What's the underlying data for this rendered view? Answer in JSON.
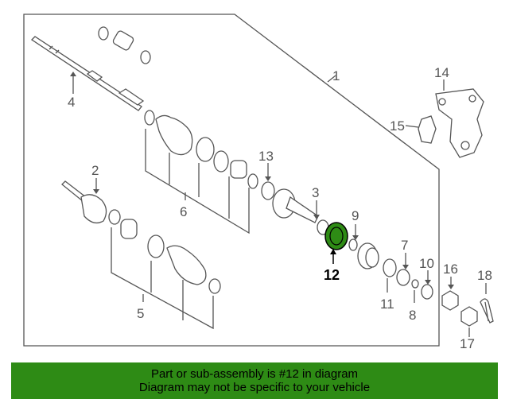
{
  "diagram": {
    "labels": {
      "p1": "1",
      "p2": "2",
      "p3": "3",
      "p4": "4",
      "p5": "5",
      "p6": "6",
      "p7": "7",
      "p8": "8",
      "p9": "9",
      "p10": "10",
      "p11": "11",
      "p12": "12",
      "p13": "13",
      "p14": "14",
      "p15": "15",
      "p16": "16",
      "p17": "17",
      "p18": "18"
    },
    "highlight_color": "#2e8b15"
  },
  "banner": {
    "line1": "Part or sub-assembly is #12 in diagram",
    "line2": "Diagram may not be specific to your vehicle",
    "color": "#2e8b15"
  }
}
